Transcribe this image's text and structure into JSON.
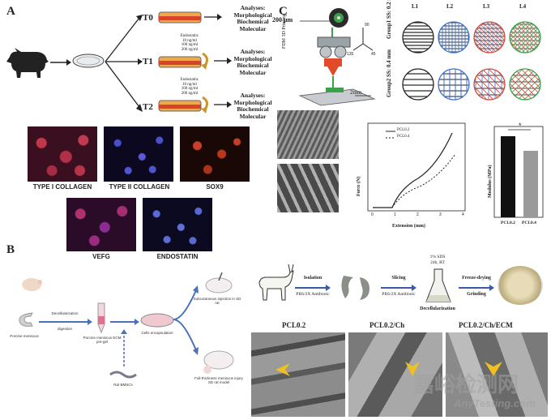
{
  "panel_a": {
    "letter": "A",
    "time_labels": [
      "T0",
      "T1",
      "T2"
    ],
    "analyses_lines": [
      "Analyses:",
      "Morphological",
      "Biochemical",
      "Molecular"
    ],
    "endostatin_lines": [
      "Endostatin:",
      "10 ng/ml",
      "100 ng/ml",
      "200 ng/ml"
    ],
    "stain_labels": [
      "TYPE I COLLAGEN",
      "TYPE II COLLAGEN",
      "SOX9",
      "VEFG",
      "ENDOSTATIN"
    ]
  },
  "panel_c": {
    "letter": "C",
    "scale_200": "200 μm",
    "printing_label": "FDM 3D Printing",
    "scale_2mm": "2mm",
    "angles": [
      "90",
      "135",
      "45"
    ],
    "layer_labels": [
      "L1",
      "L2",
      "L3",
      "L4"
    ],
    "group1": [
      "Group1",
      "SS: 0.2 mm"
    ],
    "group2": [
      "Group2",
      "SS: 0.4 mm"
    ],
    "force_chart": {
      "ylabel": "Force (N)",
      "xlabel": "Extension (mm)",
      "xticks": [
        "0",
        "1",
        "2",
        "3",
        "4"
      ],
      "legend": [
        "PCL0.2",
        "PCL0.4"
      ]
    },
    "modulus_chart": {
      "ylabel": "Modulus (MPa)",
      "categories": [
        "PCL0.2",
        "PCL0.4"
      ],
      "significance": "*"
    }
  },
  "panel_b": {
    "letter": "B",
    "left_labels": {
      "porcine_meniscus": "Porcine meniscus",
      "decell": "Decellularization",
      "digestion": "digestion",
      "ecm": "Porcine meniscus ECM pre-gel",
      "cells": "Cells encapsulation",
      "bmscs": "Rat BMSCs",
      "subcut": "Subcutaneous injection in SD rat",
      "fullthick": "Full-thickness meniscus injury SD rat model"
    },
    "right_labels": {
      "isolation": "Isolation",
      "pbs1": "PBS/2X Antibiotic",
      "slicing": "Slicing",
      "pbs2": "PBS/2X Antibiotic",
      "sds": "1% SDS",
      "time": "24h, RT",
      "decell": "Decellularization",
      "freeze": "Freeze-drying",
      "grinding": "Grinding"
    },
    "sem_labels": [
      "PCL0.2",
      "PCL0.2/Ch",
      "PCL0.2/Ch/ECM"
    ]
  },
  "watermark": {
    "cn": "嘉峪检测网",
    "en": "AnyTesting.com"
  }
}
